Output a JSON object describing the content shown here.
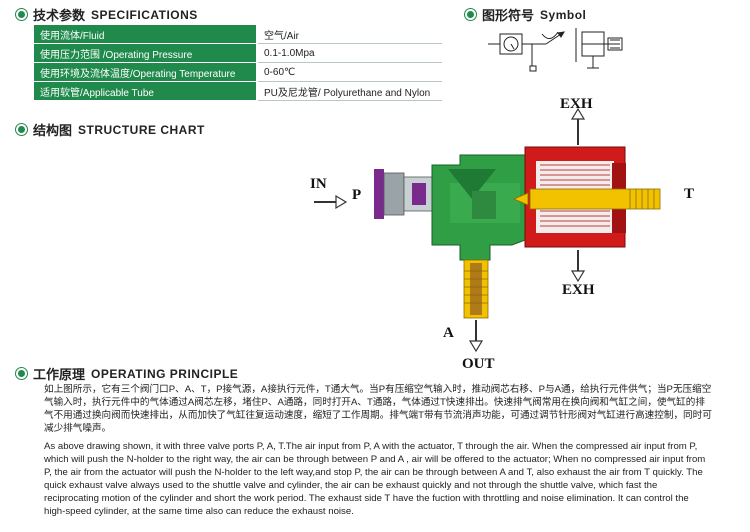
{
  "specifications": {
    "title_cn": "技术参数",
    "title_en": "SPECIFICATIONS",
    "rows": [
      {
        "label": "使用流体/Fluid",
        "value": "空气/Air"
      },
      {
        "label": "使用压力范围 /Operating Pressure",
        "value": "0.1-1.0Mpa"
      },
      {
        "label": "使用环境及流体温度/Operating Temperature",
        "value": "0-60℃"
      },
      {
        "label": "适用软管/Applicable Tube",
        "value": "PU及尼龙管/ Polyurethane and Nylon"
      }
    ]
  },
  "symbol": {
    "title_cn": "图形符号",
    "title_en": "Symbol"
  },
  "structure": {
    "title_cn": "结构图",
    "title_en": "STRUCTURE CHART",
    "labels": {
      "exh_top": "EXH",
      "exh_bottom": "EXH",
      "in": "IN",
      "p": "P",
      "t": "T",
      "a": "A",
      "out": "OUT"
    }
  },
  "principle": {
    "title_cn": "工作原理",
    "title_en": "OPERATING PRINCIPLE",
    "text_cn": "如上图所示，它有三个阀门口P、A、T，P接气源，A接执行元件，T通大气。当P有压缩空气输入时，推动阀芯右移、P与A通，给执行元件供气；当P无压缩空气输入时，执行元件中的气体通过A阀芯左移，堵住P、A通路，同时打开A、T通路，气体通过T快速排出。快速排气阀常用在换向阀和气缸之间，使气缸的排气不用通过换向阀而快速排出，从而加快了气缸往复运动速度，缩短了工作周期。排气端T带有节流消声功能，可通过调节针形阀对气缸进行高速控制，同时可减少排气噪声。",
    "text_en": "As above drawing shown, it with three valve ports P, A, T.The air input from P, A with the actuator, T through the air. When the compressed air input from P, which will push the N-holder to the right way, the air can be through between P and A , air will be offered to the actuator; When no compressed air input from P, the air from the actuator will push the N-holder to the left way,and stop P, the air can be through between A and T,  also exhaust the air from T quickly. The quick exhaust valve always used to the shuttle valve and cylinder, the air can be exhaust quickly and not through the shuttle valve, which fast the reciprocating motion of the cylinder and short the work period. The exhaust side T have the fuction with throttling and noise elimination. It can control the high-speed cylinder, at the same time also can reduce the exhaust noise.",
    "colors": {
      "accent": "#1f8a4c"
    }
  }
}
